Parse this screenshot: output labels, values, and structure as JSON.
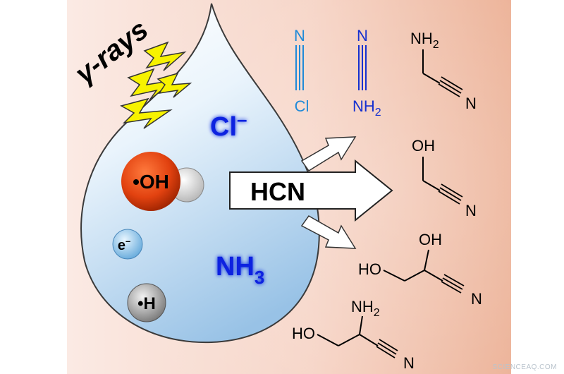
{
  "gamma_label": "γ-rays",
  "species": {
    "chloride": {
      "main": "Cl",
      "sup": "–"
    },
    "hydroxyl": "•OH",
    "electron": {
      "main": "e",
      "sup": "–"
    },
    "hydrogen": "•H",
    "ammonia": {
      "main": "NH",
      "sub": "3"
    }
  },
  "center_arrow_label": "HCN",
  "products": {
    "cyanogen_chloride": {
      "top": "N",
      "bottom": "Cl"
    },
    "cyanamide": {
      "top": "N",
      "bottom_main": "NH",
      "bottom_sub": "2"
    },
    "aminoacetonitrile": {
      "group": "NH",
      "group_sub": "2",
      "nitrile": "N"
    },
    "glycolonitrile": {
      "group": "OH",
      "nitrile": "N"
    },
    "glyceronitrile": {
      "top_group": "OH",
      "left_group": "HO",
      "nitrile": "N"
    },
    "serinonitrile": {
      "top_group": "NH",
      "top_group_sub": "2",
      "left_group": "HO",
      "nitrile": "N"
    }
  },
  "watermark": "SCIENCEAQ.COM",
  "colors": {
    "background_left": "#f8e6df",
    "background_right": "#efb99f",
    "drop_top": "#ffffff",
    "drop_bottom": "#9fc6e8",
    "oh_radical": "#e2400e",
    "lightning": "#f7f200",
    "species_text": "#1020e0",
    "blue_molecule": "#1f8ad8",
    "dark_blue_molecule": "#1530d0"
  }
}
